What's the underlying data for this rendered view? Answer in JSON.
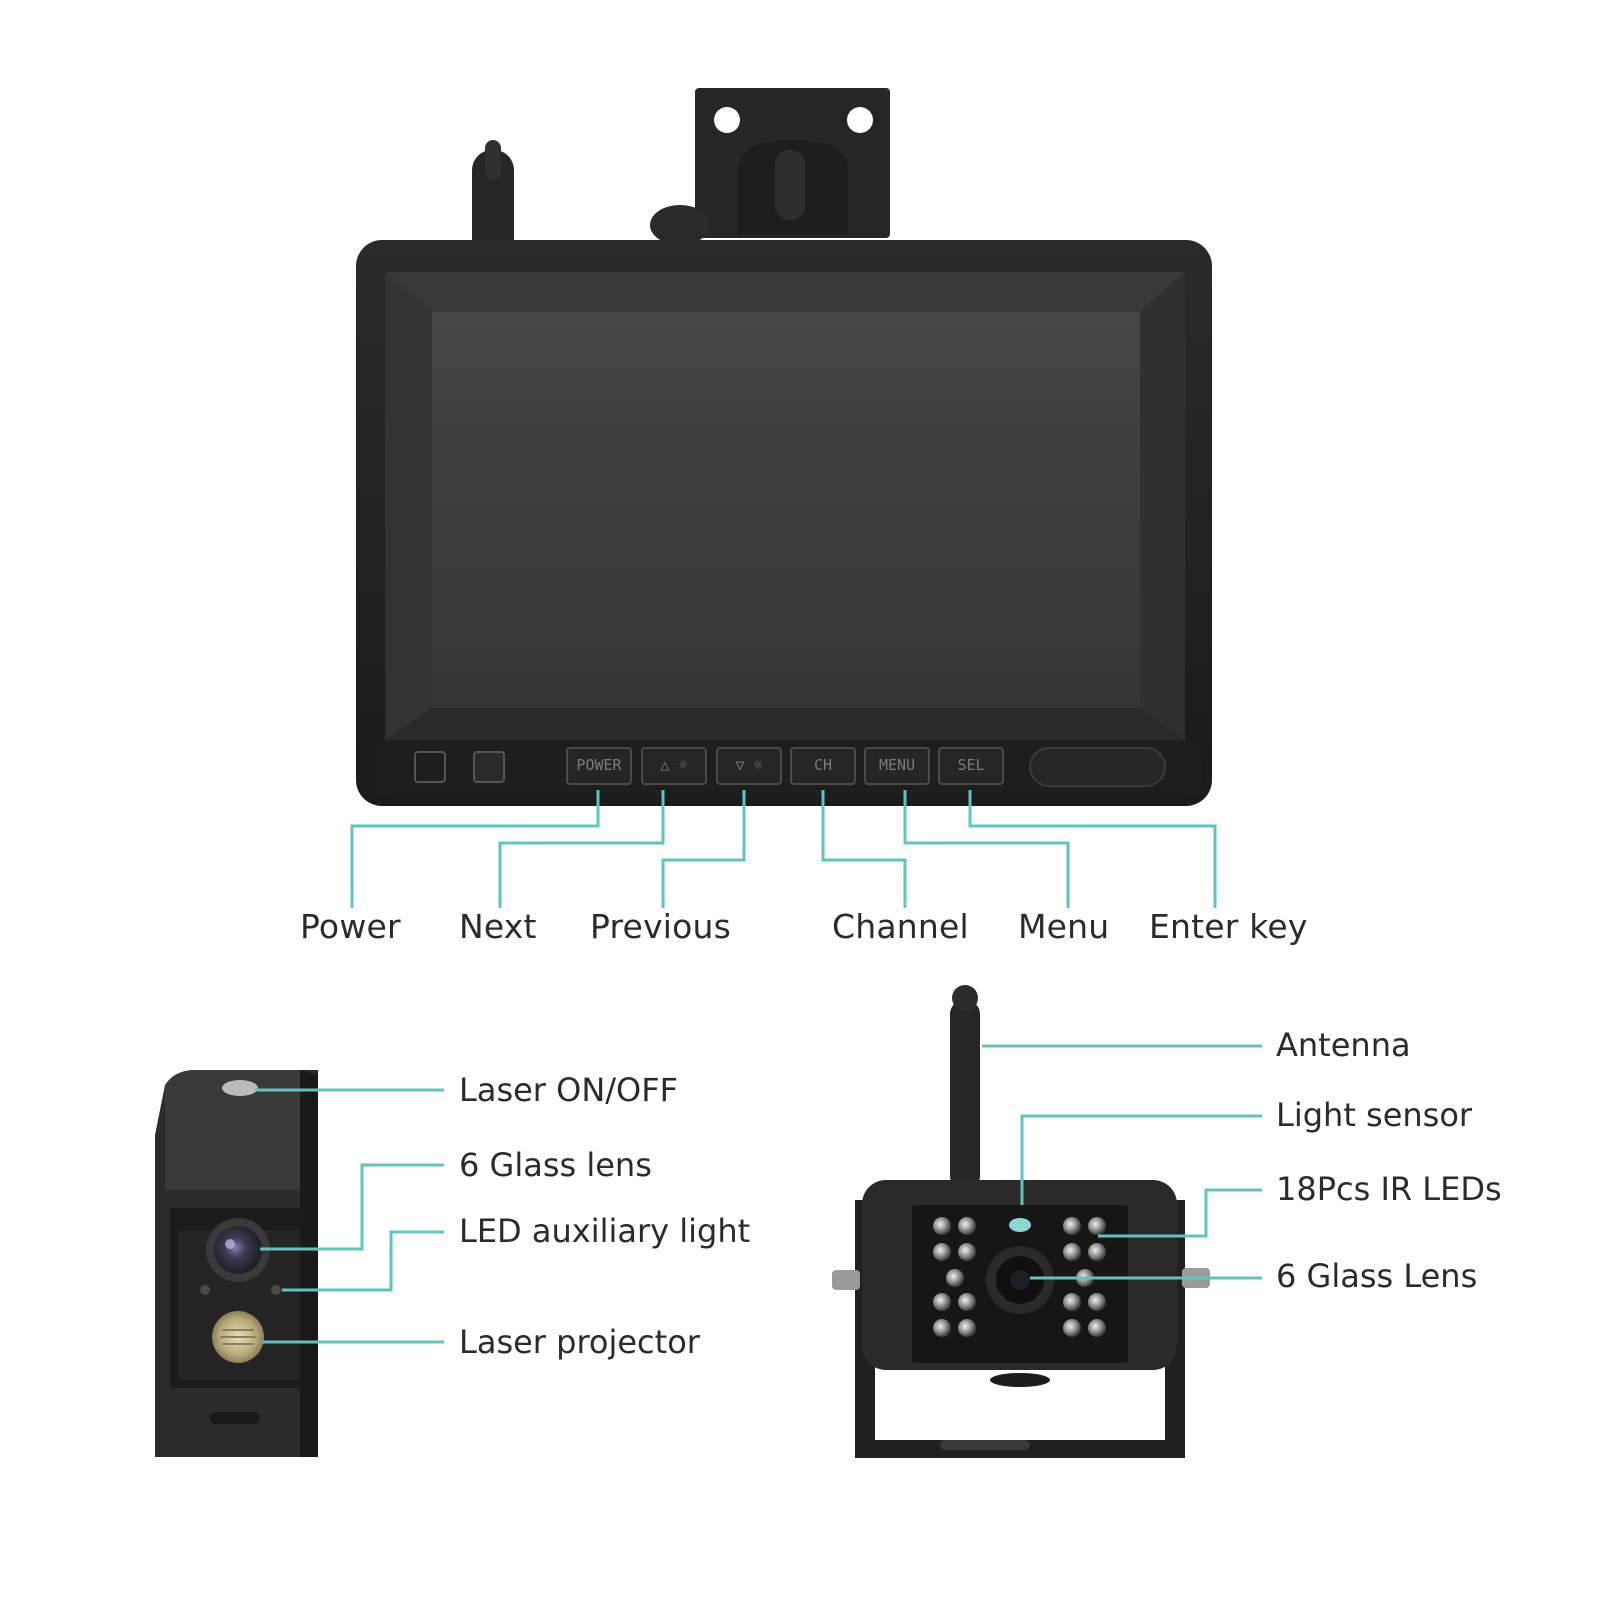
{
  "monitor": {
    "buttons": [
      {
        "id": "power",
        "face": "POWER",
        "label": "Power"
      },
      {
        "id": "next",
        "face": "△ ☼",
        "label": "Next"
      },
      {
        "id": "previous",
        "face": "▽ ☼",
        "label": "Previous"
      },
      {
        "id": "channel",
        "face": "CH",
        "label": "Channel"
      },
      {
        "id": "menu",
        "face": "MENU",
        "label": "Menu"
      },
      {
        "id": "enter",
        "face": "SEL",
        "label": "Enter key"
      }
    ]
  },
  "left_camera": {
    "labels": {
      "laser_switch": "Laser ON/OFF",
      "glass_lens": "6 Glass lens",
      "led_light": "LED auxiliary light",
      "laser_projector": "Laser projector"
    }
  },
  "right_camera": {
    "labels": {
      "antenna": "Antenna",
      "light_sensor": "Light sensor",
      "ir_leds": "18Pcs IR LEDs",
      "glass_lens": "6 Glass Lens"
    }
  },
  "colors": {
    "callout": "#5ec4c0",
    "body": "#232323",
    "screen": "#3a3a3a",
    "text": "#2b2b2b"
  }
}
